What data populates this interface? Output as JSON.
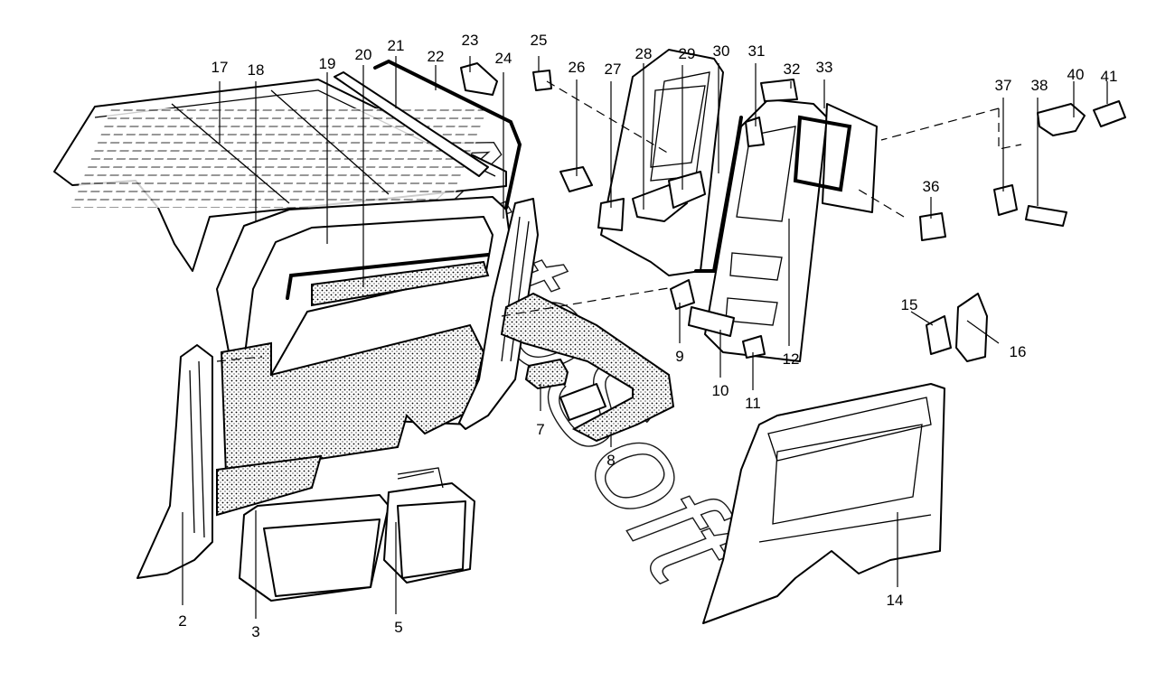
{
  "diagram": {
    "watermark": "AutoSoft",
    "callouts": [
      "2",
      "3",
      "5",
      "7",
      "8",
      "9",
      "10",
      "11",
      "12",
      "14",
      "15",
      "16",
      "17",
      "18",
      "19",
      "20",
      "21",
      "22",
      "23",
      "24",
      "25",
      "26",
      "27",
      "28",
      "29",
      "30",
      "31",
      "32",
      "33",
      "36",
      "37",
      "38",
      "40",
      "41"
    ]
  }
}
